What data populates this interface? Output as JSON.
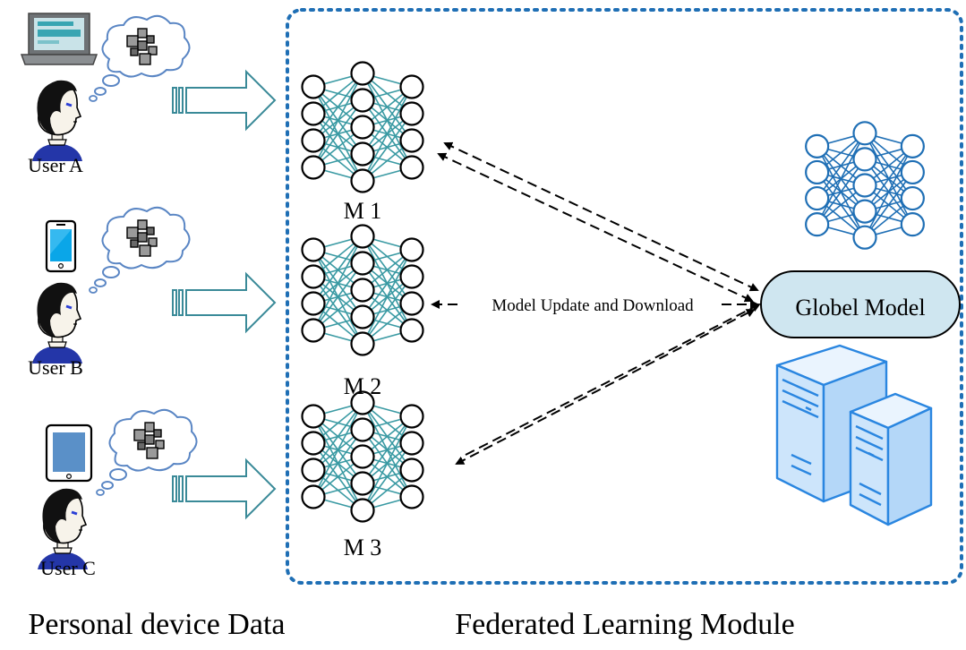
{
  "users": [
    {
      "label": "User A",
      "device": "laptop-icon"
    },
    {
      "label": "User B",
      "device": "smartphone-icon"
    },
    {
      "label": "User C",
      "device": "tablet-icon"
    }
  ],
  "local_models": [
    {
      "label": "M 1"
    },
    {
      "label": "M 2"
    },
    {
      "label": "M 3"
    }
  ],
  "global_model": {
    "label": "Globel Model"
  },
  "exchange_label": "Model Update and Download",
  "captions": {
    "left": "Personal device Data",
    "right": "Federated Learning Module"
  },
  "colors": {
    "network_edges": "#3a9aa3",
    "network_edges_global": "#1f6fb5",
    "global_node_stroke": "#1f6fb5",
    "module_border": "#1f6fb5",
    "arrow_stroke": "#3a8a98",
    "global_pill_fill": "#cfe6f0",
    "server_fill": "#cde5fb",
    "server_stroke": "#2a86e0"
  }
}
